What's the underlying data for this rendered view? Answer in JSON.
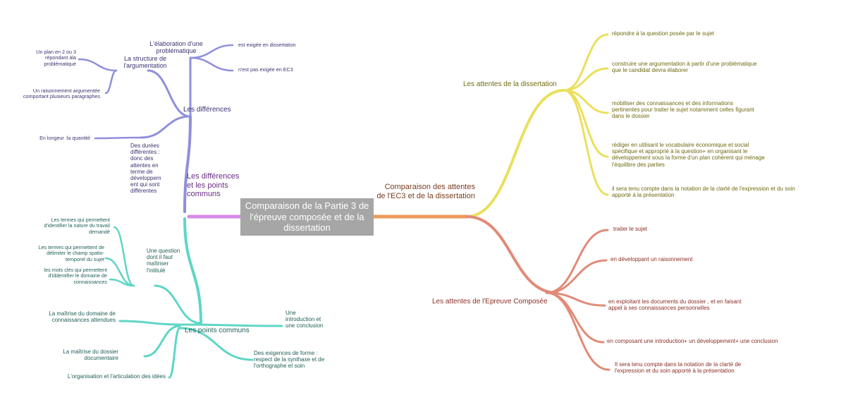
{
  "center": {
    "title": "Comparaison de la Partie 3 de l'épreuve composée et de la dissertation"
  },
  "left": {
    "branch_title": "Les différences et les points communs",
    "differences": {
      "label": "Les différences",
      "structure": {
        "label": "La structure de l'argumentation",
        "items": [
          "Un plan en 2 ou 3 répondant àla problématique",
          "Un raisonnement argumentée comportant plusieurs paragraphes"
        ]
      },
      "problematique": {
        "label": "L'élaboration d'une problématique",
        "items": [
          "est exigée en dissertation",
          "n'est pas exigée en EC3"
        ]
      },
      "durees": {
        "label": "Des durées différentes : donc des attentes en terme de développem ent qui sont différentes",
        "items": [
          "En longeur :la quantité"
        ]
      }
    },
    "communs": {
      "label": "Les points communs",
      "question": {
        "label": "Une question dont il faut maîtriser l'intitulé",
        "items": [
          "Les termes qui permettent d'identifier la nature du travail demandé",
          "Les termes qui permettent de délimiter le champ spatio-temporel du sujet",
          "les mots clés qui permettent d'iddentifier le domaine de connaissances"
        ]
      },
      "items": [
        "La maîtrise du domaine de connaissances attendues",
        "La maîtrise du dossier documentaire",
        "L'organisation et l'articulation des idées",
        "Une introduction et une conclusion",
        "Des exigences de forme : respect de la synthaxe et de l'orthographe et soin"
      ]
    }
  },
  "right": {
    "branch_title": "Comparaison des attentes de l'EC3 et de la dissertation",
    "dissertation": {
      "label": "Les attentes de la dissertation",
      "items": [
        "répondre à la question posée par le sujet",
        "construire une argumentation à partir d'une problématique que le candidat devra élaborer",
        "mobiliser des connaissances et des informations pertinentes pour traiter le sujet notamment celles figurant dans le dossier",
        "rédiger en utilisant le vocabulaire économique et social spécifique et approprié à la question+ en organisant le développement sous la forme d'un plan cohérent qui ménage l'équilibre des parties",
        "il sera tenu compte dans la notation de la clarté de l'expression et du soin apporté à la présentation"
      ]
    },
    "composee": {
      "label": "Les attentes de l'Epreuve Composée",
      "items": [
        "traiter le sujet",
        "en développant un raisonnement",
        "en exploitant les documents du dossier , et en faisant appel à ses connaissances personnelles",
        "en composant une introduction+ un développement+ une conclusion",
        "Il sera tenu compte dans la notation de la clarté de l'expression et du soin apporté à la présentation"
      ]
    }
  },
  "colors": {
    "violet": "#8f8fdc",
    "teal": "#5fd6c6",
    "pink": "#d98ae8",
    "orange": "#ee9a5c",
    "yellow": "#e9e05c",
    "salmon": "#e08b78",
    "center_bg": "#a6a6a6"
  }
}
